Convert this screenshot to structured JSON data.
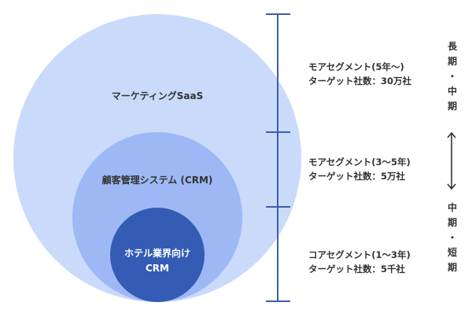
{
  "circles": {
    "outer_label": "マーケティングSaaS",
    "middle_label": "顧客管理システム (CRM)",
    "inner_label_line1": "ホテル業界向け",
    "inner_label_line2": "CRM"
  },
  "segments": [
    {
      "name": "モアセグメント(5年〜)",
      "target": "ターゲット社数：30万社"
    },
    {
      "name": "モアセグメント(3〜5年)",
      "target": "ターゲット社数：5万社"
    },
    {
      "name": "コアセグメント(1〜3年)",
      "target": "ターゲット社数：5千社"
    }
  ],
  "timeline": {
    "top_chars": [
      "長",
      "期",
      "・",
      "中",
      "期"
    ],
    "bottom_chars": [
      "中",
      "期",
      "・",
      "短",
      "期"
    ],
    "arrow_icon": "double-arrow-vertical"
  },
  "colors": {
    "outer": "#c9dafb",
    "middle": "#9db8f5",
    "inner": "#345cb5",
    "axis": "#3d5ea9",
    "text": "#333333"
  }
}
